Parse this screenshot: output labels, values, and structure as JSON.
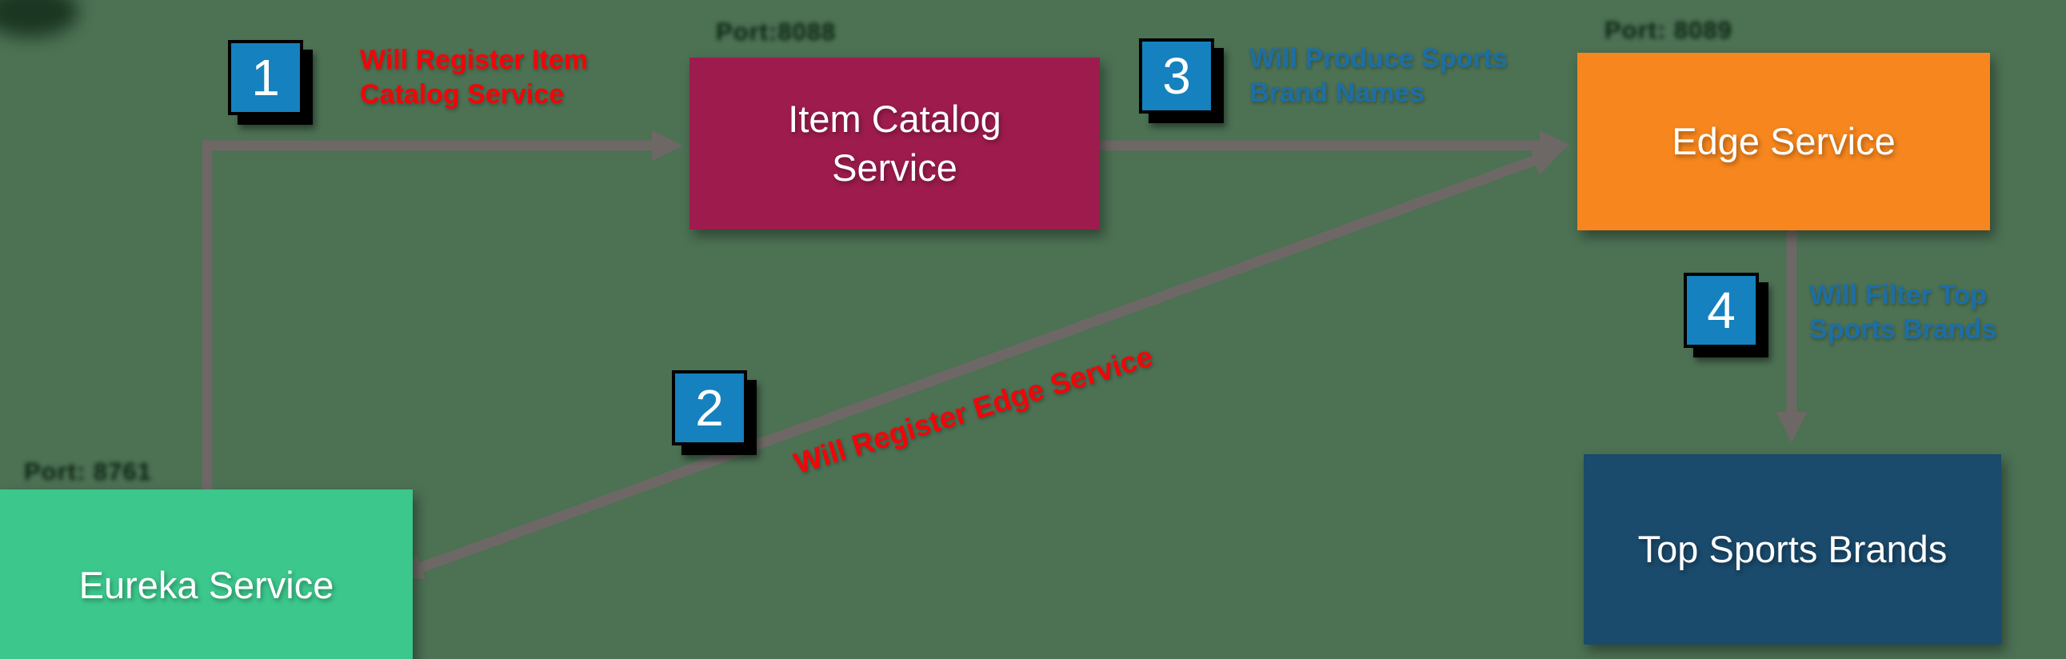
{
  "colors": {
    "bg": "#4C7153",
    "connector": "#6D6865",
    "chip": "#1581BE",
    "chip_text": "#FFFFFF",
    "chip_border": "#000000",
    "note_red": "#F40408",
    "note_blue": "#1D6EA5",
    "node_text": "#FFFFFF",
    "item_catalog": "#9D1C4D",
    "edge": "#F6861D",
    "eureka": "#3CC78C",
    "top_sports": "#1A4A6C",
    "port_text": "#0D2413"
  },
  "nodes": {
    "item_catalog": {
      "label": "Item Catalog Service",
      "port": "Port:8088"
    },
    "edge": {
      "label": "Edge Service",
      "port": "Port: 8089"
    },
    "eureka": {
      "label": "Eureka Service",
      "port": "Port: 8761"
    },
    "top_sports": {
      "label": "Top Sports Brands"
    }
  },
  "steps": {
    "s1": {
      "number": "1",
      "label": "Will Register Item Catalog Service"
    },
    "s2": {
      "number": "2",
      "label": "Will Register Edge Service"
    },
    "s3": {
      "number": "3",
      "label": "Will Produce Sports Brand Names"
    },
    "s4": {
      "number": "4",
      "label": "Will Filter Top Sports Brands"
    }
  }
}
